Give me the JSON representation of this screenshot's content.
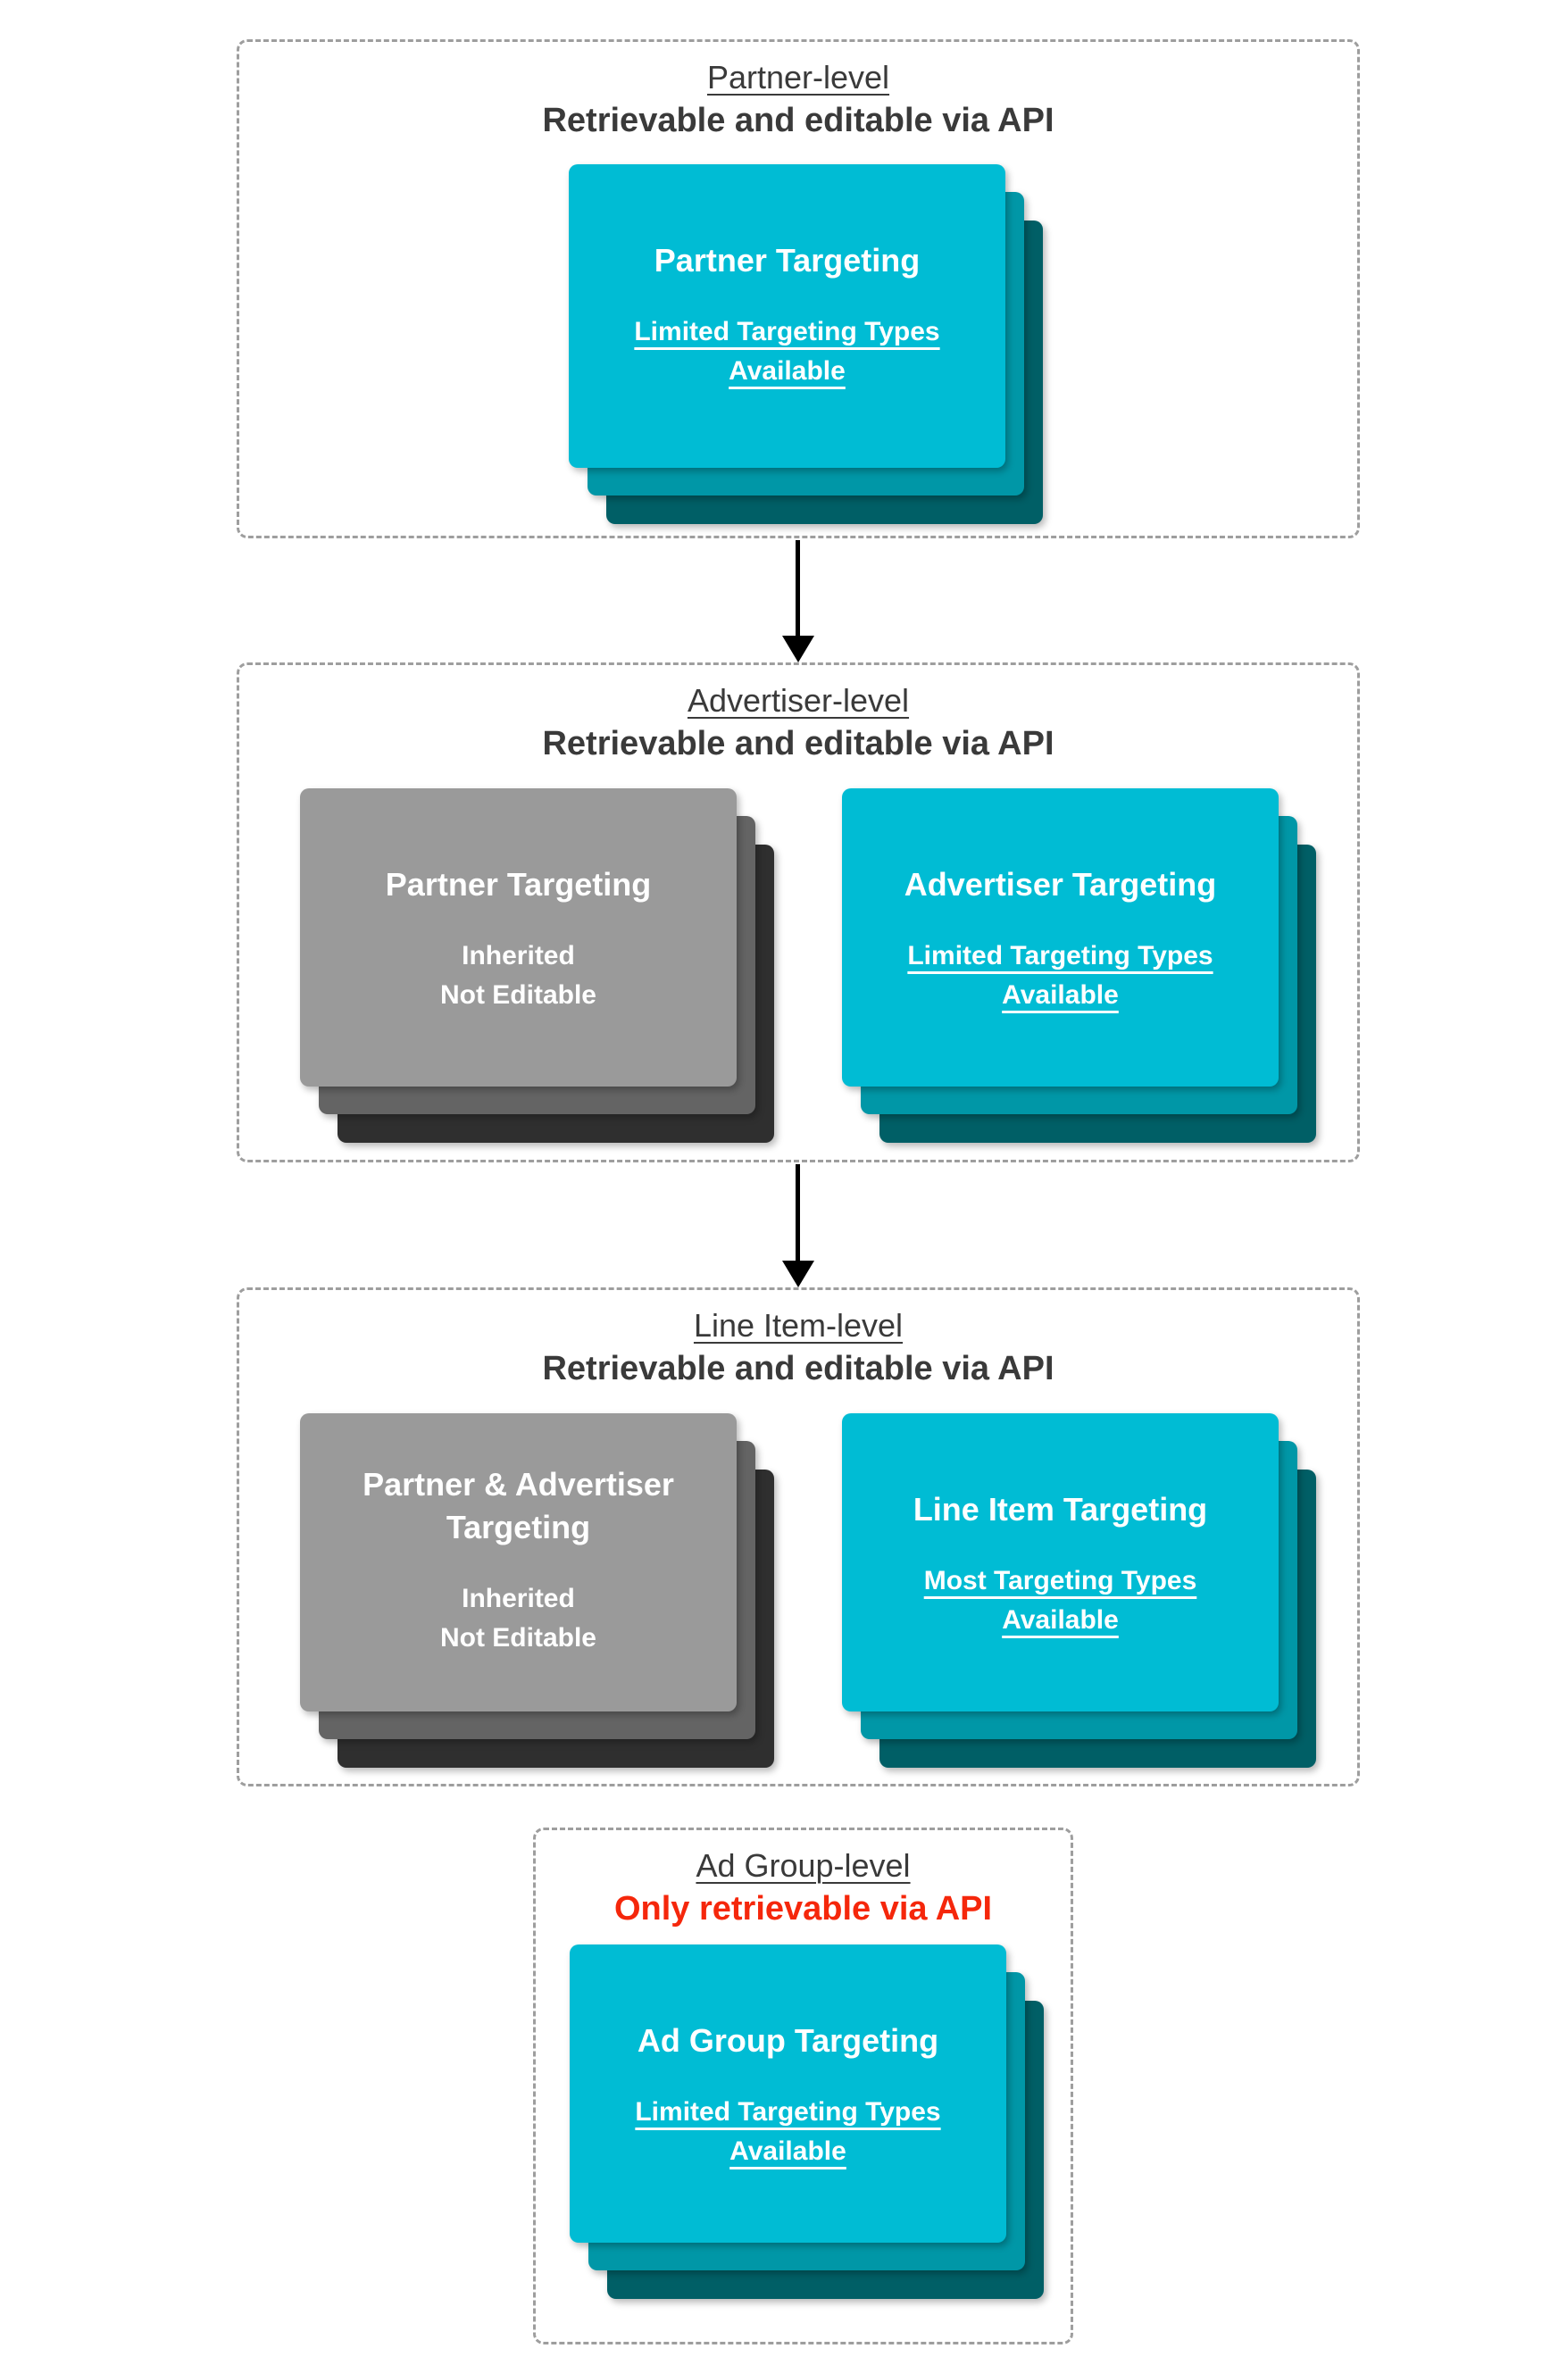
{
  "diagram": {
    "title_context": "Targeting hierarchy diagram",
    "colors": {
      "teal_front": "#00bcd4",
      "teal_mid": "#0097a7",
      "teal_back": "#005f66",
      "gray_front": "#9a9a9a",
      "gray_mid": "#646464",
      "gray_back": "#2f2f2f",
      "heading": "#3a3a3a",
      "red": "#f5270b",
      "border_gray": "#9e9e9e",
      "arrow": "#000000",
      "card_text": "#ffffff"
    },
    "sections": [
      {
        "title": "Partner-level",
        "subtitle": "Retrievable and editable via API",
        "subtitle_style": "dark",
        "cards": [
          {
            "style": "teal",
            "title_lines": [
              "Partner Targeting"
            ],
            "body_lines": [
              "Limited Targeting Types",
              "Available"
            ],
            "body_underlined": true
          }
        ]
      },
      {
        "title": "Advertiser-level",
        "subtitle": "Retrievable and editable via API",
        "subtitle_style": "dark",
        "cards": [
          {
            "style": "gray",
            "title_lines": [
              "Partner Targeting"
            ],
            "body_lines": [
              "Inherited",
              "Not Editable"
            ],
            "body_underlined": false
          },
          {
            "style": "teal",
            "title_lines": [
              "Advertiser Targeting"
            ],
            "body_lines": [
              "Limited Targeting Types",
              "Available"
            ],
            "body_underlined": true
          }
        ]
      },
      {
        "title": "Line Item-level",
        "subtitle": "Retrievable and editable via API",
        "subtitle_style": "dark",
        "cards": [
          {
            "style": "gray",
            "title_lines": [
              "Partner & Advertiser",
              "Targeting"
            ],
            "body_lines": [
              "Inherited",
              "Not Editable"
            ],
            "body_underlined": false
          },
          {
            "style": "teal",
            "title_lines": [
              "Line Item Targeting"
            ],
            "body_lines": [
              "Most Targeting Types",
              "Available"
            ],
            "body_underlined": true
          }
        ]
      },
      {
        "title": "Ad Group-level",
        "subtitle": "Only retrievable via API",
        "subtitle_style": "red",
        "cards": [
          {
            "style": "teal",
            "title_lines": [
              "Ad Group Targeting"
            ],
            "body_lines": [
              "Limited Targeting Types",
              "Available"
            ],
            "body_underlined": true
          }
        ]
      }
    ],
    "connectors": [
      {
        "from": "Partner-level",
        "to": "Advertiser-level",
        "icon": "arrow-down-icon"
      },
      {
        "from": "Advertiser-level",
        "to": "Line Item-level",
        "icon": "arrow-down-icon"
      }
    ]
  }
}
